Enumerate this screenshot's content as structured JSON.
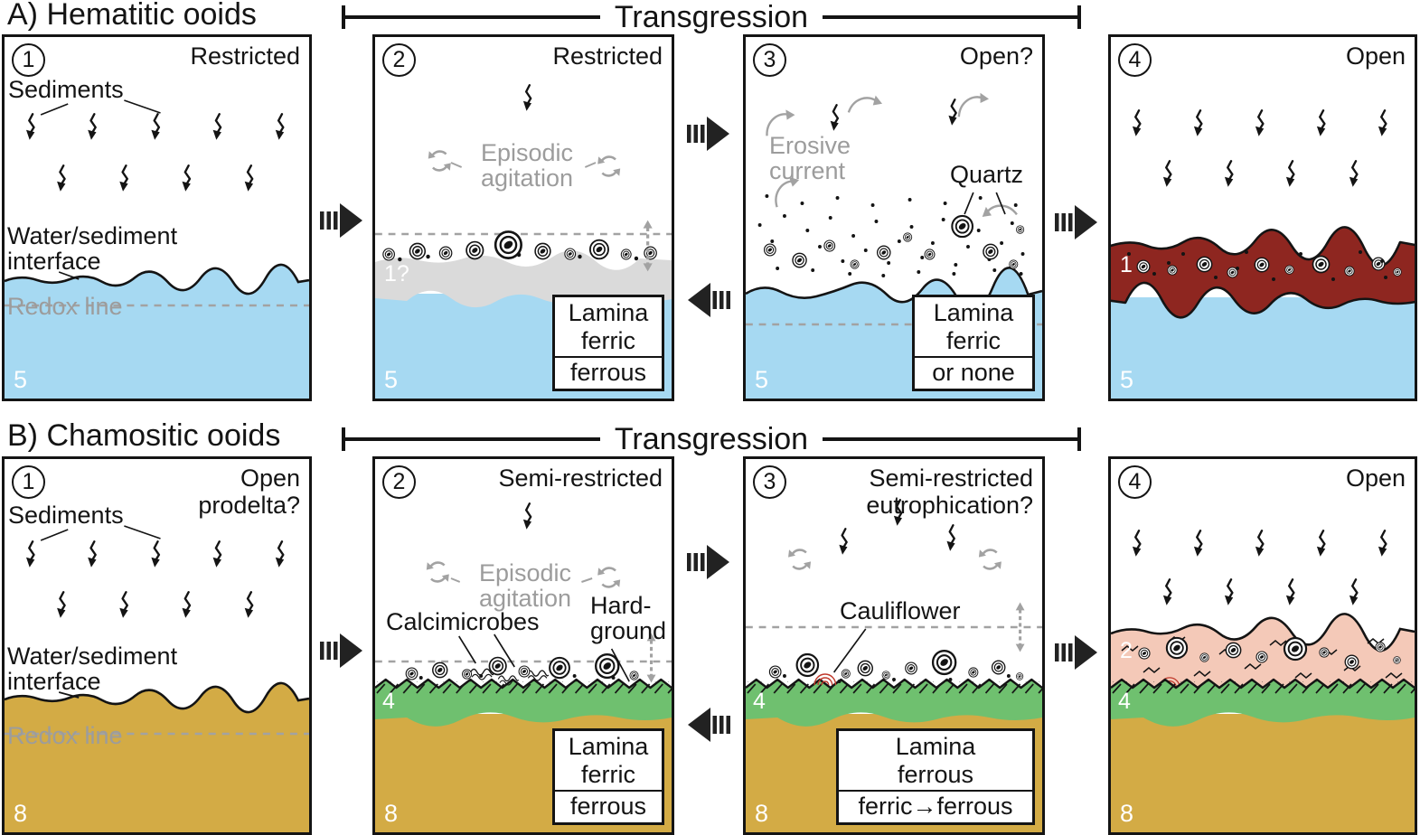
{
  "colors": {
    "water": "#a6d9f2",
    "sediment_tan": "#d3ab45",
    "hardground_green": "#6fc06f",
    "hematite_red": "#8e2620",
    "chamosite_pink": "#f4c9b8",
    "lamina_gray": "#dadada",
    "gray_annotation": "#9c9c9c"
  },
  "section_a": {
    "title": "A) Hematitic ooids",
    "transgression_label": "Transgression",
    "panel1": {
      "stage": "1",
      "condition": "Restricted",
      "sediments_label": "Sediments",
      "interface_label_line1": "Water/sediment",
      "interface_label_line2": "interface",
      "redox_label": "Redox line",
      "depth_number": "5"
    },
    "panel2": {
      "stage": "2",
      "condition": "Restricted",
      "agitation_line1": "Episodic",
      "agitation_line2": "agitation",
      "lamina_number": "1?",
      "depth_number": "5",
      "box_line1": "Lamina",
      "box_line2": "ferric",
      "box_line3": "ferrous"
    },
    "panel3": {
      "stage": "3",
      "condition": "Open?",
      "erosive_line1": "Erosive",
      "erosive_line2": "current",
      "quartz_label": "Quartz",
      "depth_number": "5",
      "box_line1": "Lamina",
      "box_line2": "ferric",
      "box_line3": "or none"
    },
    "panel4": {
      "stage": "4",
      "condition": "Open",
      "layer_number": "1",
      "depth_number": "5"
    }
  },
  "section_b": {
    "title": "B) Chamositic ooids",
    "transgression_label": "Transgression",
    "panel1": {
      "stage": "1",
      "condition_line1": "Open",
      "condition_line2": "prodelta?",
      "sediments_label": "Sediments",
      "interface_label_line1": "Water/sediment",
      "interface_label_line2": "interface",
      "redox_label": "Redox line",
      "depth_number": "8"
    },
    "panel2": {
      "stage": "2",
      "condition": "Semi-restricted",
      "agitation_line1": "Episodic",
      "agitation_line2": "agitation",
      "calcimicrobes_label": "Calcimicrobes",
      "hardground_line1": "Hard-",
      "hardground_line2": "ground",
      "hardground_number": "4",
      "depth_number": "8",
      "box_line1": "Lamina",
      "box_line2": "ferric",
      "box_line3": "ferrous"
    },
    "panel3": {
      "stage": "3",
      "condition_line1": "Semi-restricted",
      "condition_line2": "eutrophication?",
      "cauliflower_label": "Cauliflower",
      "hardground_number": "4",
      "depth_number": "8",
      "box_line1": "Lamina",
      "box_line2": "ferrous",
      "box_line3": "ferric→ferrous"
    },
    "panel4": {
      "stage": "4",
      "condition": "Open",
      "layer_number": "2",
      "hardground_number": "4",
      "depth_number": "8"
    }
  }
}
